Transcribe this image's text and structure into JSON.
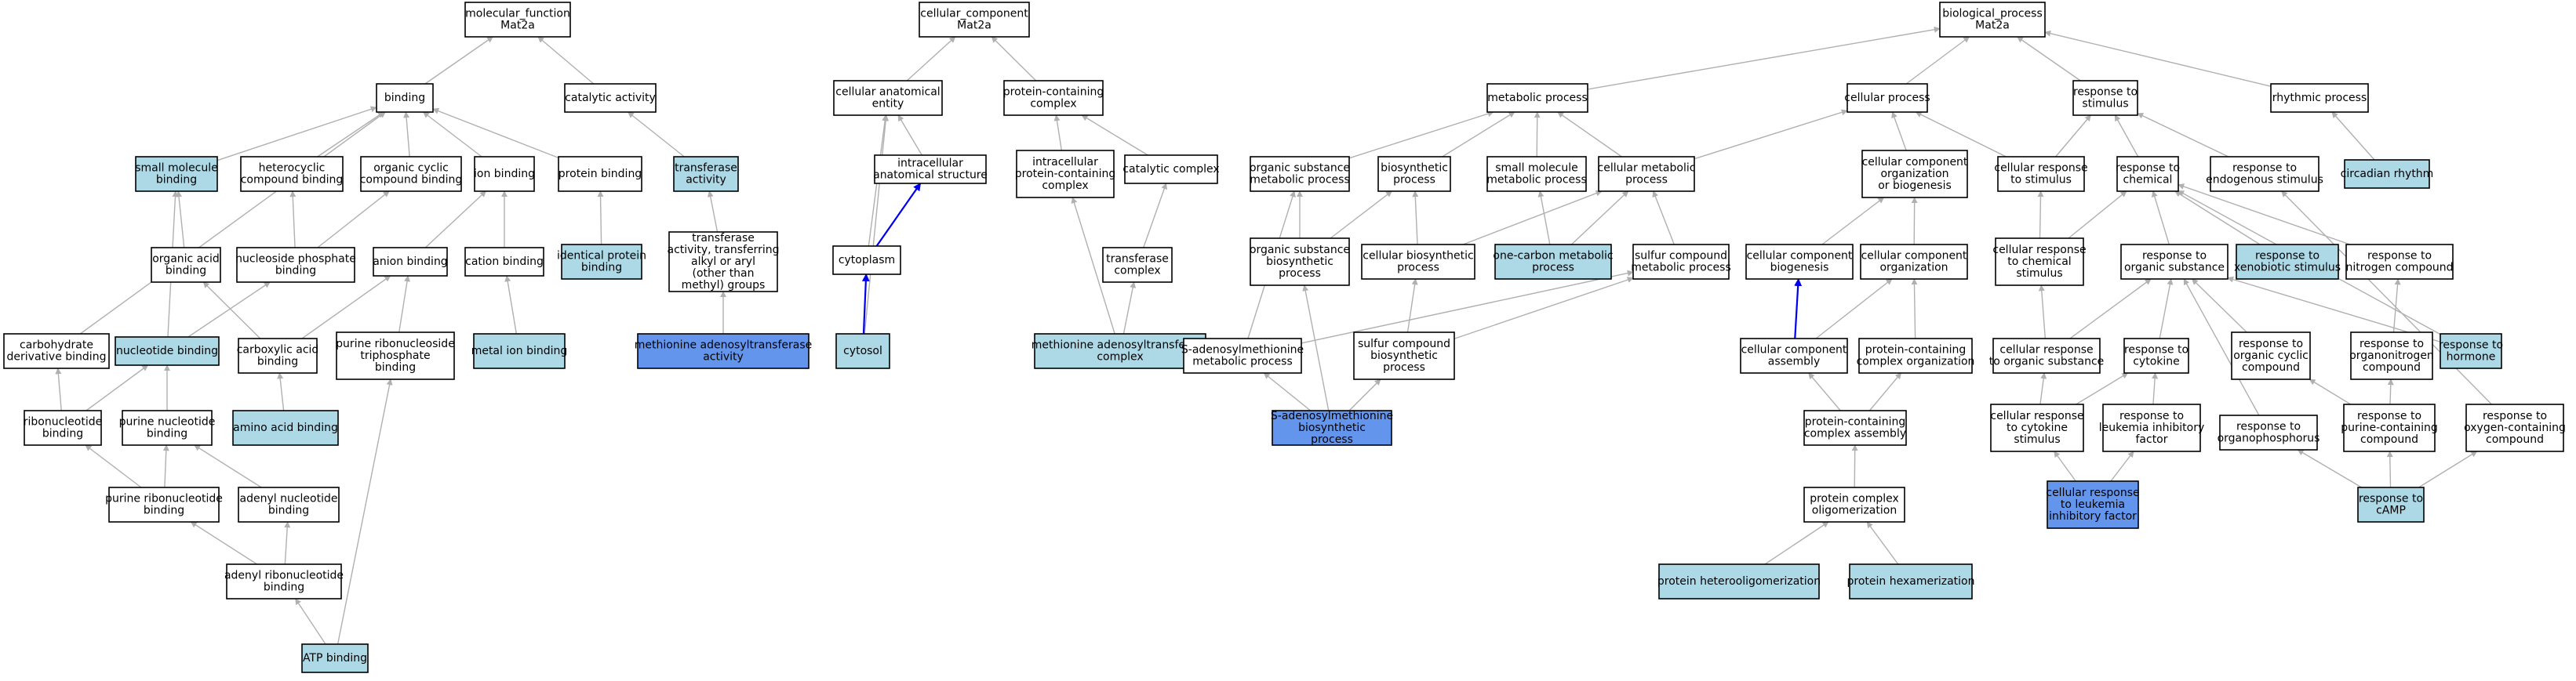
{
  "colors": {
    "plain": "#ffffff",
    "light": "#add8e6",
    "dark": "#6495ed",
    "edge": "#b0b0b0",
    "edge_strong": "#0000ee"
  },
  "nodes": [
    {
      "id": "mf",
      "lines": [
        "molecular_function",
        "Mat2a"
      ],
      "fill": "plain"
    },
    {
      "id": "cc",
      "lines": [
        "cellular_component",
        "Mat2a"
      ],
      "fill": "plain"
    },
    {
      "id": "bp",
      "lines": [
        "biological_process",
        "Mat2a"
      ],
      "fill": "plain"
    },
    {
      "id": "binding",
      "lines": [
        "binding"
      ],
      "fill": "plain"
    },
    {
      "id": "catact",
      "lines": [
        "catalytic activity"
      ],
      "fill": "plain"
    },
    {
      "id": "smb",
      "lines": [
        "small molecule",
        "binding"
      ],
      "fill": "light"
    },
    {
      "id": "hcb",
      "lines": [
        "heterocyclic",
        "compound binding"
      ],
      "fill": "plain"
    },
    {
      "id": "ocb",
      "lines": [
        "organic cyclic",
        "compound binding"
      ],
      "fill": "plain"
    },
    {
      "id": "ionb",
      "lines": [
        "ion binding"
      ],
      "fill": "plain"
    },
    {
      "id": "protb",
      "lines": [
        "protein binding"
      ],
      "fill": "plain"
    },
    {
      "id": "transact",
      "lines": [
        "transferase",
        "activity"
      ],
      "fill": "light"
    },
    {
      "id": "oab",
      "lines": [
        "organic acid",
        "binding"
      ],
      "fill": "plain"
    },
    {
      "id": "npb",
      "lines": [
        "nucleoside phosphate",
        "binding"
      ],
      "fill": "plain"
    },
    {
      "id": "anb",
      "lines": [
        "anion binding"
      ],
      "fill": "plain"
    },
    {
      "id": "catb",
      "lines": [
        "cation binding"
      ],
      "fill": "plain"
    },
    {
      "id": "idpb",
      "lines": [
        "identical protein",
        "binding"
      ],
      "fill": "light"
    },
    {
      "id": "taty",
      "lines": [
        "transferase",
        "activity, transferring",
        "alkyl or aryl",
        "(other than",
        "methyl) groups"
      ],
      "fill": "plain"
    },
    {
      "id": "cdb",
      "lines": [
        "carbohydrate",
        "derivative binding"
      ],
      "fill": "plain"
    },
    {
      "id": "nucb",
      "lines": [
        "nucleotide binding"
      ],
      "fill": "light"
    },
    {
      "id": "cab",
      "lines": [
        "carboxylic acid",
        "binding"
      ],
      "fill": "plain"
    },
    {
      "id": "prntb",
      "lines": [
        "purine ribonucleoside",
        "triphosphate",
        "binding"
      ],
      "fill": "plain"
    },
    {
      "id": "mib",
      "lines": [
        "metal ion binding"
      ],
      "fill": "light"
    },
    {
      "id": "matact",
      "lines": [
        "methionine adenosyltransferase",
        "activity"
      ],
      "fill": "dark"
    },
    {
      "id": "rnb",
      "lines": [
        "ribonucleotide",
        "binding"
      ],
      "fill": "plain"
    },
    {
      "id": "pnb",
      "lines": [
        "purine nucleotide",
        "binding"
      ],
      "fill": "plain"
    },
    {
      "id": "aab",
      "lines": [
        "amino acid binding"
      ],
      "fill": "light"
    },
    {
      "id": "prnb",
      "lines": [
        "purine ribonucleotide",
        "binding"
      ],
      "fill": "plain"
    },
    {
      "id": "anub",
      "lines": [
        "adenyl nucleotide",
        "binding"
      ],
      "fill": "plain"
    },
    {
      "id": "arnb",
      "lines": [
        "adenyl ribonucleotide",
        "binding"
      ],
      "fill": "plain"
    },
    {
      "id": "atpb",
      "lines": [
        "ATP binding"
      ],
      "fill": "light"
    },
    {
      "id": "cae",
      "lines": [
        "cellular anatomical",
        "entity"
      ],
      "fill": "plain"
    },
    {
      "id": "pcc",
      "lines": [
        "protein-containing",
        "complex"
      ],
      "fill": "plain"
    },
    {
      "id": "ias",
      "lines": [
        "intracellular",
        "anatomical structure"
      ],
      "fill": "plain"
    },
    {
      "id": "ipcc",
      "lines": [
        "intracellular",
        "protein-containing",
        "complex"
      ],
      "fill": "plain"
    },
    {
      "id": "catcx",
      "lines": [
        "catalytic complex"
      ],
      "fill": "plain"
    },
    {
      "id": "cyto",
      "lines": [
        "cytoplasm"
      ],
      "fill": "plain"
    },
    {
      "id": "tcx",
      "lines": [
        "transferase",
        "complex"
      ],
      "fill": "plain"
    },
    {
      "id": "cytosol",
      "lines": [
        "cytosol"
      ],
      "fill": "light"
    },
    {
      "id": "matcx",
      "lines": [
        "methionine adenosyltransferase",
        "complex"
      ],
      "fill": "light"
    },
    {
      "id": "metp",
      "lines": [
        "metabolic process"
      ],
      "fill": "plain"
    },
    {
      "id": "cellp",
      "lines": [
        "cellular process"
      ],
      "fill": "plain"
    },
    {
      "id": "rts",
      "lines": [
        "response to",
        "stimulus"
      ],
      "fill": "plain"
    },
    {
      "id": "rhyp",
      "lines": [
        "rhythmic process"
      ],
      "fill": "plain"
    },
    {
      "id": "osmp",
      "lines": [
        "organic substance",
        "metabolic process"
      ],
      "fill": "plain"
    },
    {
      "id": "biop",
      "lines": [
        "biosynthetic",
        "process"
      ],
      "fill": "plain"
    },
    {
      "id": "smmp",
      "lines": [
        "small molecule",
        "metabolic process"
      ],
      "fill": "plain"
    },
    {
      "id": "cmp",
      "lines": [
        "cellular metabolic",
        "process"
      ],
      "fill": "plain"
    },
    {
      "id": "ccob",
      "lines": [
        "cellular component",
        "organization",
        "or biogenesis"
      ],
      "fill": "plain"
    },
    {
      "id": "crts",
      "lines": [
        "cellular response",
        "to stimulus"
      ],
      "fill": "plain"
    },
    {
      "id": "rtc",
      "lines": [
        "response to",
        "chemical"
      ],
      "fill": "plain"
    },
    {
      "id": "rtes",
      "lines": [
        "response to",
        "endogenous stimulus"
      ],
      "fill": "plain"
    },
    {
      "id": "circ",
      "lines": [
        "circadian rhythm"
      ],
      "fill": "light"
    },
    {
      "id": "osbp",
      "lines": [
        "organic substance",
        "biosynthetic",
        "process"
      ],
      "fill": "plain"
    },
    {
      "id": "cbp",
      "lines": [
        "cellular biosynthetic",
        "process"
      ],
      "fill": "plain"
    },
    {
      "id": "ocmp",
      "lines": [
        "one-carbon metabolic",
        "process"
      ],
      "fill": "light"
    },
    {
      "id": "scmp",
      "lines": [
        "sulfur compound",
        "metabolic process"
      ],
      "fill": "plain"
    },
    {
      "id": "ccb",
      "lines": [
        "cellular component",
        "biogenesis"
      ],
      "fill": "plain"
    },
    {
      "id": "cco",
      "lines": [
        "cellular component",
        "organization"
      ],
      "fill": "plain"
    },
    {
      "id": "crtc",
      "lines": [
        "cellular response",
        "to chemical",
        "stimulus"
      ],
      "fill": "plain"
    },
    {
      "id": "rtos",
      "lines": [
        "response to",
        "organic substance"
      ],
      "fill": "plain"
    },
    {
      "id": "rtxs",
      "lines": [
        "response to",
        "xenobiotic stimulus"
      ],
      "fill": "light"
    },
    {
      "id": "rtnc",
      "lines": [
        "response to",
        "nitrogen compound"
      ],
      "fill": "plain"
    },
    {
      "id": "samp",
      "lines": [
        "S-adenosylmethionine",
        "metabolic process"
      ],
      "fill": "plain"
    },
    {
      "id": "scbp",
      "lines": [
        "sulfur compound",
        "biosynthetic",
        "process"
      ],
      "fill": "plain"
    },
    {
      "id": "cca",
      "lines": [
        "cellular component",
        "assembly"
      ],
      "fill": "plain"
    },
    {
      "id": "pcco",
      "lines": [
        "protein-containing",
        "complex organization"
      ],
      "fill": "plain"
    },
    {
      "id": "crtos",
      "lines": [
        "cellular response",
        "to organic substance"
      ],
      "fill": "plain"
    },
    {
      "id": "rtcy",
      "lines": [
        "response to",
        "cytokine"
      ],
      "fill": "plain"
    },
    {
      "id": "rtocc",
      "lines": [
        "response to",
        "organic cyclic",
        "compound"
      ],
      "fill": "plain"
    },
    {
      "id": "rton",
      "lines": [
        "response to",
        "organonitrogen",
        "compound"
      ],
      "fill": "plain"
    },
    {
      "id": "rth",
      "lines": [
        "response to",
        "hormone"
      ],
      "fill": "light"
    },
    {
      "id": "sambp",
      "lines": [
        "S-adenosylmethionine",
        "biosynthetic",
        "process"
      ],
      "fill": "dark"
    },
    {
      "id": "pcca",
      "lines": [
        "protein-containing",
        "complex assembly"
      ],
      "fill": "plain"
    },
    {
      "id": "crtcs",
      "lines": [
        "cellular response",
        "to cytokine",
        "stimulus"
      ],
      "fill": "plain"
    },
    {
      "id": "rtlif",
      "lines": [
        "response to",
        "leukemia inhibitory",
        "factor"
      ],
      "fill": "plain"
    },
    {
      "id": "rtop",
      "lines": [
        "response to",
        "organophosphorus"
      ],
      "fill": "plain"
    },
    {
      "id": "rtpc",
      "lines": [
        "response to",
        "purine-containing",
        "compound"
      ],
      "fill": "plain"
    },
    {
      "id": "rtoc",
      "lines": [
        "response to",
        "oxygen-containing",
        "compound"
      ],
      "fill": "plain"
    },
    {
      "id": "pco",
      "lines": [
        "protein complex",
        "oligomerization"
      ],
      "fill": "plain"
    },
    {
      "id": "crtlif",
      "lines": [
        "cellular response",
        "to leukemia",
        "inhibitory factor"
      ],
      "fill": "dark"
    },
    {
      "id": "rtcamp",
      "lines": [
        "response to",
        "cAMP"
      ],
      "fill": "light"
    },
    {
      "id": "phet",
      "lines": [
        "protein heterooligomerization"
      ],
      "fill": "light"
    },
    {
      "id": "phex",
      "lines": [
        "protein hexamerization"
      ],
      "fill": "light"
    }
  ],
  "edges": [
    [
      "binding",
      "mf"
    ],
    [
      "catact",
      "mf"
    ],
    [
      "smb",
      "binding"
    ],
    [
      "hcb",
      "binding"
    ],
    [
      "ocb",
      "binding"
    ],
    [
      "ionb",
      "binding"
    ],
    [
      "protb",
      "binding"
    ],
    [
      "cdb",
      "binding"
    ],
    [
      "transact",
      "catact"
    ],
    [
      "oab",
      "smb"
    ],
    [
      "nucb",
      "smb"
    ],
    [
      "npb",
      "hcb"
    ],
    [
      "npb",
      "ocb"
    ],
    [
      "anb",
      "ionb"
    ],
    [
      "catb",
      "ionb"
    ],
    [
      "idpb",
      "protb"
    ],
    [
      "taty",
      "transact"
    ],
    [
      "nucb",
      "npb"
    ],
    [
      "cab",
      "oab"
    ],
    [
      "cab",
      "anb"
    ],
    [
      "prntb",
      "anb"
    ],
    [
      "mib",
      "catb"
    ],
    [
      "matact",
      "taty"
    ],
    [
      "rnb",
      "nucb"
    ],
    [
      "pnb",
      "nucb"
    ],
    [
      "rnb",
      "cdb"
    ],
    [
      "aab",
      "cab"
    ],
    [
      "prnb",
      "rnb"
    ],
    [
      "prnb",
      "pnb"
    ],
    [
      "anub",
      "pnb"
    ],
    [
      "arnb",
      "prnb"
    ],
    [
      "arnb",
      "anub"
    ],
    [
      "atpb",
      "arnb"
    ],
    [
      "atpb",
      "prntb"
    ],
    [
      "cae",
      "cc"
    ],
    [
      "pcc",
      "cc"
    ],
    [
      "ias",
      "cae"
    ],
    [
      "ipcc",
      "pcc"
    ],
    [
      "catcx",
      "pcc"
    ],
    [
      "cyto",
      "cae"
    ],
    [
      "tcx",
      "catcx"
    ],
    [
      "cytosol",
      "cae"
    ],
    [
      "matcx",
      "ipcc"
    ],
    [
      "matcx",
      "tcx"
    ],
    [
      "metp",
      "bp"
    ],
    [
      "cellp",
      "bp"
    ],
    [
      "rts",
      "bp"
    ],
    [
      "rhyp",
      "bp"
    ],
    [
      "osmp",
      "metp"
    ],
    [
      "biop",
      "metp"
    ],
    [
      "smmp",
      "metp"
    ],
    [
      "cmp",
      "metp"
    ],
    [
      "cmp",
      "cellp"
    ],
    [
      "ccob",
      "cellp"
    ],
    [
      "crts",
      "cellp"
    ],
    [
      "crts",
      "rts"
    ],
    [
      "rtc",
      "rts"
    ],
    [
      "rtes",
      "rts"
    ],
    [
      "circ",
      "rhyp"
    ],
    [
      "osbp",
      "osmp"
    ],
    [
      "osbp",
      "biop"
    ],
    [
      "cbp",
      "biop"
    ],
    [
      "cbp",
      "cmp"
    ],
    [
      "ocmp",
      "smmp"
    ],
    [
      "ocmp",
      "cmp"
    ],
    [
      "scmp",
      "cmp"
    ],
    [
      "ccb",
      "ccob"
    ],
    [
      "cco",
      "ccob"
    ],
    [
      "crtc",
      "crts"
    ],
    [
      "crtc",
      "rtc"
    ],
    [
      "rtos",
      "rtc"
    ],
    [
      "rtxs",
      "rtc"
    ],
    [
      "rtnc",
      "rtc"
    ],
    [
      "rth",
      "rtc"
    ],
    [
      "samp",
      "osmp"
    ],
    [
      "samp",
      "scmp"
    ],
    [
      "scbp",
      "cbp"
    ],
    [
      "scbp",
      "scmp"
    ],
    [
      "cca",
      "cco"
    ],
    [
      "pcco",
      "cco"
    ],
    [
      "crtos",
      "crtc"
    ],
    [
      "crtos",
      "rtos"
    ],
    [
      "rtcy",
      "rtos"
    ],
    [
      "rtocc",
      "rtos"
    ],
    [
      "rton",
      "rtnc"
    ],
    [
      "rth",
      "rtos"
    ],
    [
      "rtop",
      "rtos"
    ],
    [
      "sambp",
      "osbp"
    ],
    [
      "sambp",
      "samp"
    ],
    [
      "sambp",
      "scbp"
    ],
    [
      "pcca",
      "cca"
    ],
    [
      "pcca",
      "pcco"
    ],
    [
      "crtcs",
      "crtos"
    ],
    [
      "crtcs",
      "rtcy"
    ],
    [
      "rtlif",
      "rtcy"
    ],
    [
      "rtpc",
      "rtocc"
    ],
    [
      "rtpc",
      "rton"
    ],
    [
      "rtoc",
      "rtes"
    ],
    [
      "pco",
      "pcca"
    ],
    [
      "crtlif",
      "crtcs"
    ],
    [
      "crtlif",
      "rtlif"
    ],
    [
      "rtcamp",
      "rtop"
    ],
    [
      "rtcamp",
      "rtpc"
    ],
    [
      "rtcamp",
      "rtoc"
    ],
    [
      "phet",
      "pco"
    ],
    [
      "phex",
      "pco"
    ]
  ],
  "strong_edges": [
    [
      "cytosol",
      "cyto"
    ],
    [
      "cyto",
      "ias"
    ],
    [
      "cca",
      "ccb"
    ]
  ]
}
